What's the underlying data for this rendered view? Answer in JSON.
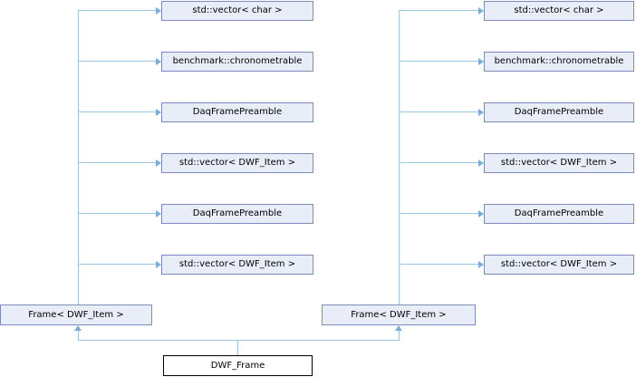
{
  "colors": {
    "background": "#ffffff",
    "edge": "#9fc7e4",
    "arrowhead": "#7aadd9",
    "node_fill": "#e9edf7",
    "node_border": "#7c8cbd",
    "main_fill": "#ffffff",
    "main_border": "#000000",
    "text": "#000000"
  },
  "nodes": {
    "left": [
      {
        "label": "std::vector< char >"
      },
      {
        "label": "benchmark::chronometrable"
      },
      {
        "label": "DaqFramePreamble"
      },
      {
        "label": "std::vector< DWF_Item >"
      },
      {
        "label": "DaqFramePreamble"
      },
      {
        "label": "std::vector< DWF_Item >"
      }
    ],
    "right": [
      {
        "label": "std::vector< char >"
      },
      {
        "label": "benchmark::chronometrable"
      },
      {
        "label": "DaqFramePreamble"
      },
      {
        "label": "std::vector< DWF_Item >"
      },
      {
        "label": "DaqFramePreamble"
      },
      {
        "label": "std::vector< DWF_Item >"
      }
    ],
    "frame_left": {
      "label": "Frame< DWF_Item >"
    },
    "frame_right": {
      "label": "Frame< DWF_Item >"
    },
    "main": {
      "label": "DWF_Frame"
    }
  }
}
